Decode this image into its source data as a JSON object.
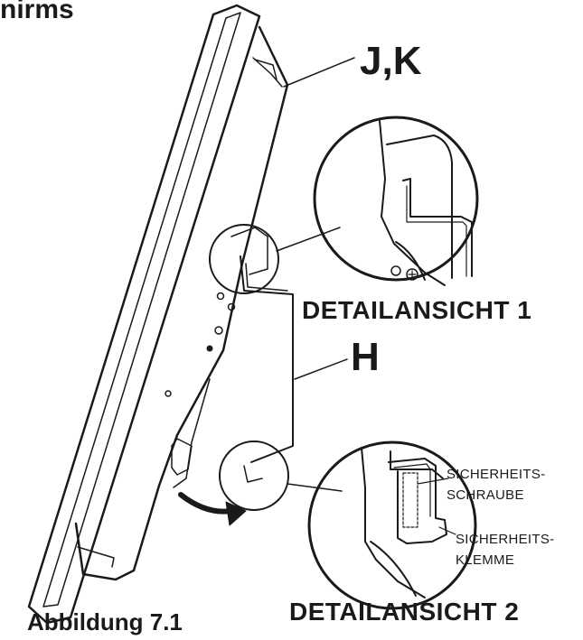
{
  "heading_fragment": "nirms",
  "callouts": {
    "jk": "J,K",
    "h": "H"
  },
  "detail_views": {
    "view1_title": "DETAILANSICHT 1",
    "view2_title": "DETAILANSICHT 2",
    "view2_labels": {
      "screw_line1": "SICHERHEITS-",
      "screw_line2": "SCHRAUBE",
      "clamp_line1": "SICHERHEITS-",
      "clamp_line2": "KLEMME"
    }
  },
  "figure_caption": "Abbildung 7.1",
  "colors": {
    "ink": "#1a1a1a",
    "background": "#ffffff"
  }
}
